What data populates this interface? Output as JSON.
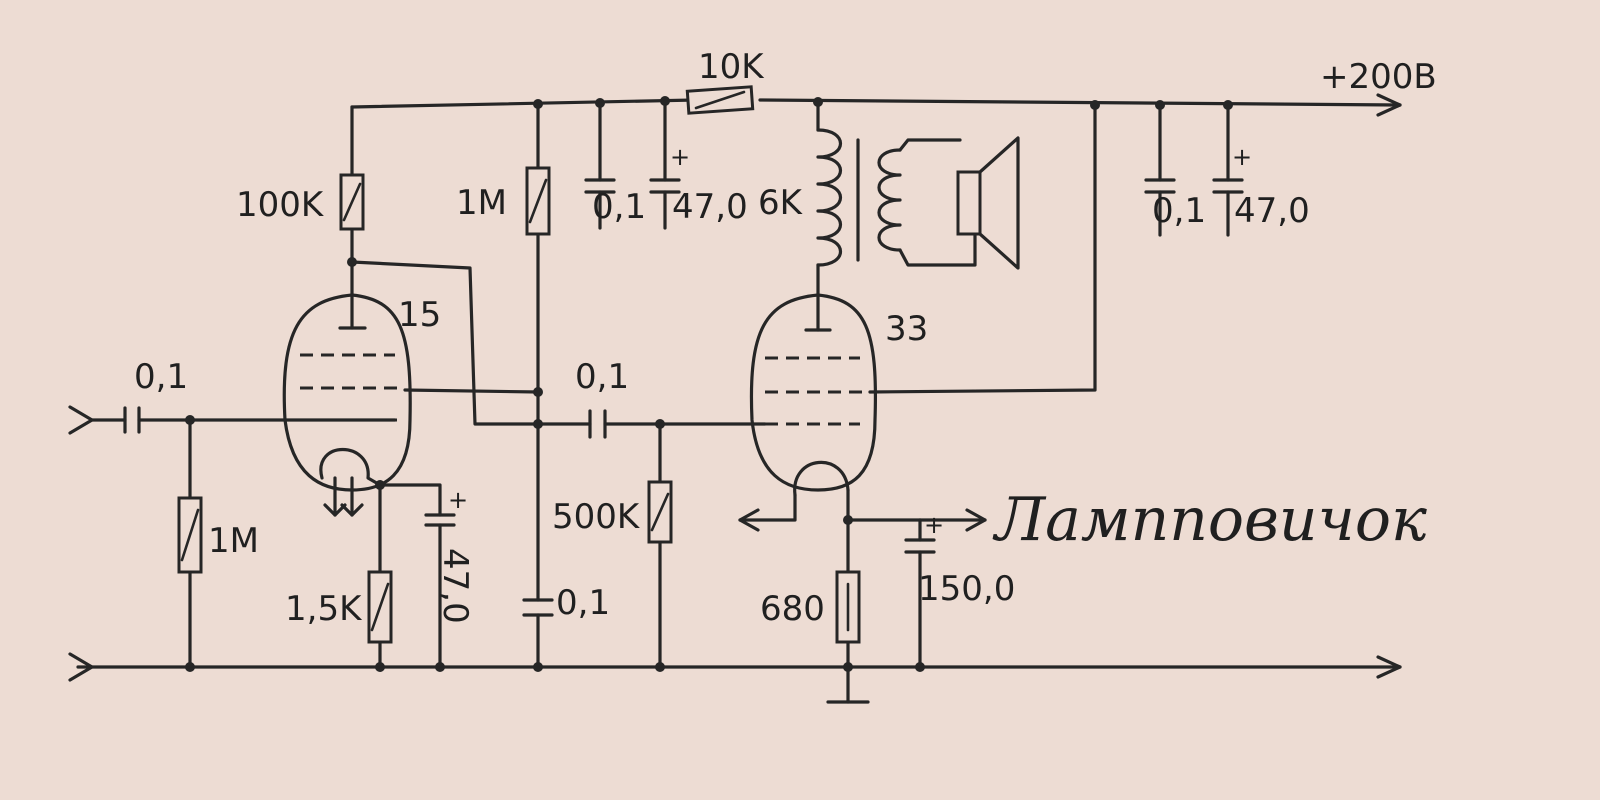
{
  "supply": "+200B",
  "title": "Лампповичок",
  "tubes": {
    "v1": "15",
    "v2": "33"
  },
  "components": {
    "r_dropper": "10K",
    "r_plate_v1": "100K",
    "r_screen_v1": "1M",
    "r_grid_v1": "1M",
    "r_cathode_v1": "1,5K",
    "r_grid_v2": "500K",
    "r_cathode_v2": "680",
    "c_input": "0,1",
    "c_coupling": "0,1",
    "c_screen_v1": "0,1",
    "c_filter1_small": "0,1",
    "c_filter1_big": "47,0",
    "c_filter2_small": "0,1",
    "c_filter2_big": "47,0",
    "c_cathode_v1": "47,0",
    "c_cathode_v2": "150,0",
    "transformer_primary": "6K"
  },
  "polarity_mark": "+"
}
